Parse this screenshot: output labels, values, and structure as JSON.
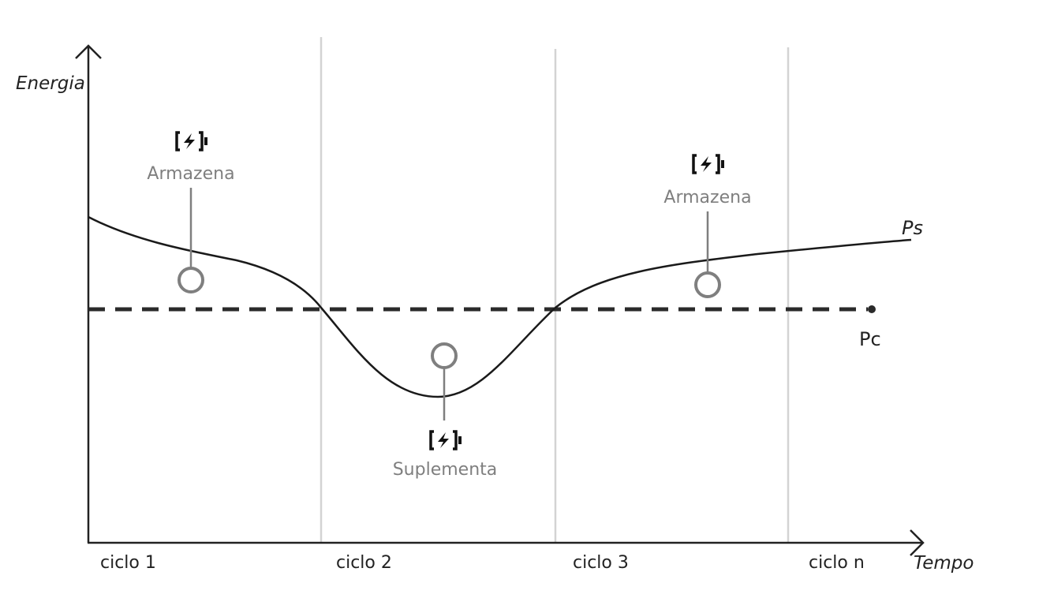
{
  "y_axis_label": "Energia",
  "x_axis_label": "Tempo",
  "cycles": [
    "ciclo 1",
    "ciclo 2",
    "ciclo 3",
    "ciclo n"
  ],
  "curves": {
    "supply_label": "Ps",
    "consumption_label": "Pc"
  },
  "annotations": [
    {
      "label": "Armazena",
      "icon": "battery-charging-icon"
    },
    {
      "label": "Suplementa",
      "icon": "battery-charging-icon"
    },
    {
      "label": "Armazena",
      "icon": "battery-charging-icon"
    }
  ],
  "colors": {
    "line": "#222222",
    "grid": "#d3d3d3",
    "annotation": "#7f7f7f"
  }
}
